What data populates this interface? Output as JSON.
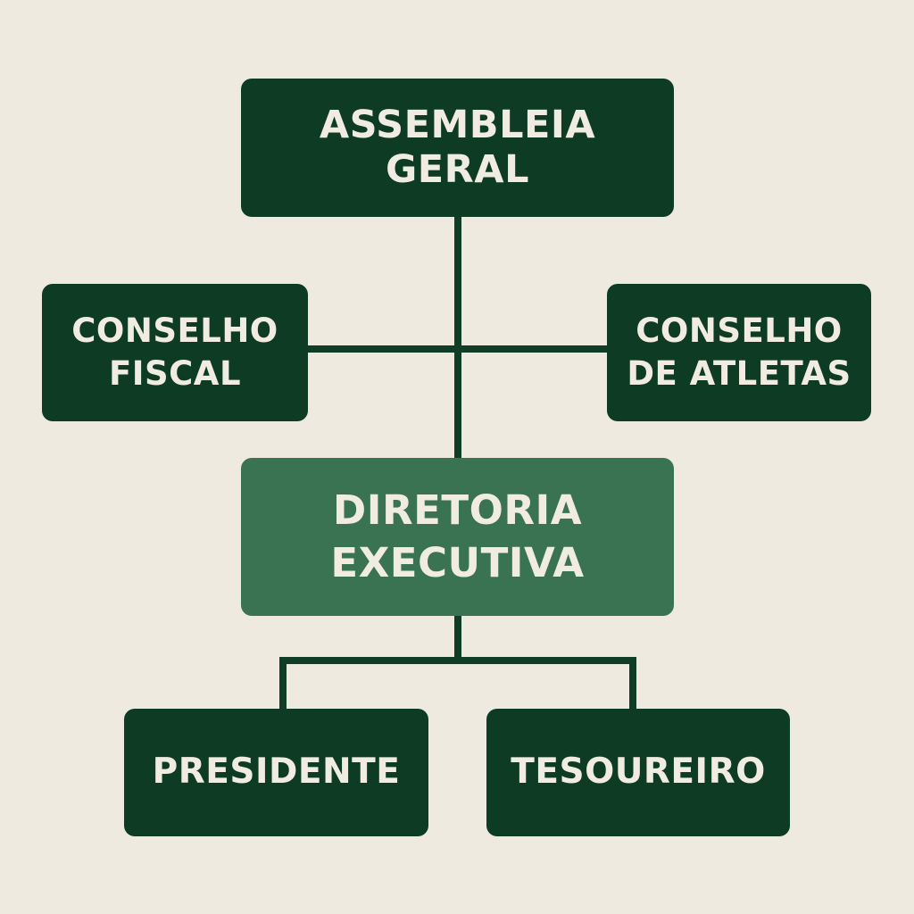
{
  "nodes": {
    "assembleia": {
      "label": "ASSEMBLEIA GERAL"
    },
    "conselho_fiscal": {
      "label": "CONSELHO\nFISCAL"
    },
    "conselho_atletas": {
      "label": "CONSELHO\nDE ATLETAS"
    },
    "diretoria": {
      "label": "DIRETORIA\nEXECUTIVA"
    },
    "presidente": {
      "label": "PRESIDENTE"
    },
    "tesoureiro": {
      "label": "TESOUREIRO"
    }
  },
  "colors": {
    "background": "#efeae0",
    "node_dark": "#0d3b24",
    "node_highlight": "#3a7352",
    "connector": "#0f3d26",
    "text": "#f1ece1"
  }
}
